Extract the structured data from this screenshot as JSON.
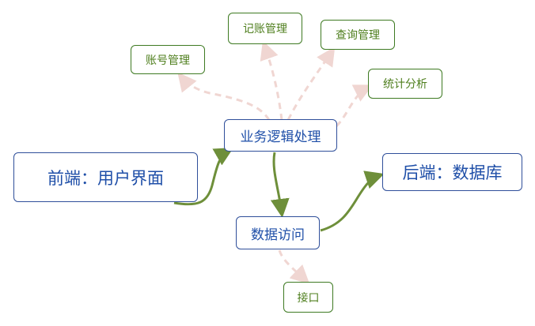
{
  "nodes": {
    "frontend": "前端：用户界面",
    "logic": "业务逻辑处理",
    "data_access": "数据访问",
    "backend": "后端：数据库",
    "account": "账号管理",
    "bookkeeping": "记账管理",
    "query": "查询管理",
    "stats": "统计分析",
    "api": "接口"
  },
  "colors": {
    "main_node_border": "#2f4f9a",
    "main_node_text": "#1f4fa8",
    "sub_node_border": "#3e7a22",
    "sub_node_text": "#4f7f1e",
    "main_connector": "#6e8f3a",
    "sub_connector": "#f0d6d2"
  },
  "connectors": [
    {
      "from": "frontend",
      "to": "logic",
      "style": "solid"
    },
    {
      "from": "logic",
      "to": "data_access",
      "style": "solid"
    },
    {
      "from": "data_access",
      "to": "backend",
      "style": "solid"
    },
    {
      "from": "logic",
      "to": "account",
      "style": "dashed"
    },
    {
      "from": "logic",
      "to": "bookkeeping",
      "style": "dashed"
    },
    {
      "from": "logic",
      "to": "query",
      "style": "dashed"
    },
    {
      "from": "logic",
      "to": "stats",
      "style": "dashed"
    },
    {
      "from": "data_access",
      "to": "api",
      "style": "dashed"
    }
  ]
}
